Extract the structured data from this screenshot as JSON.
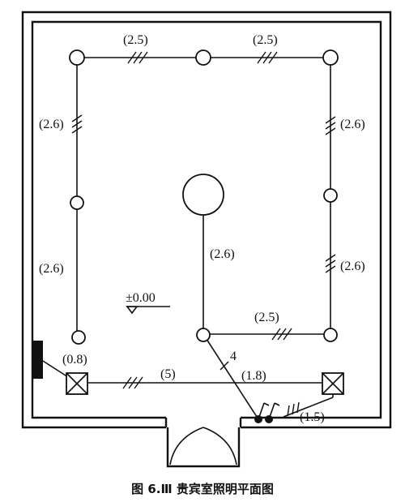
{
  "caption": "图 6.Ⅲ  贵宾室照明平面图",
  "elevation_mark": "±0.00",
  "labels": {
    "top_left": "(2.5)",
    "top_right": "(2.5)",
    "left_upper": "(2.6)",
    "left_lower": "(2.6)",
    "right_upper": "(2.6)",
    "right_lower": "(2.6)",
    "center_drop": "(2.6)",
    "center_right": "(2.5)",
    "box_left": "(0.8)",
    "bottom_run": "(5)",
    "diagonal_count": "4",
    "diagonal_height": "(1.8)",
    "switch_height": "(1.5)"
  }
}
